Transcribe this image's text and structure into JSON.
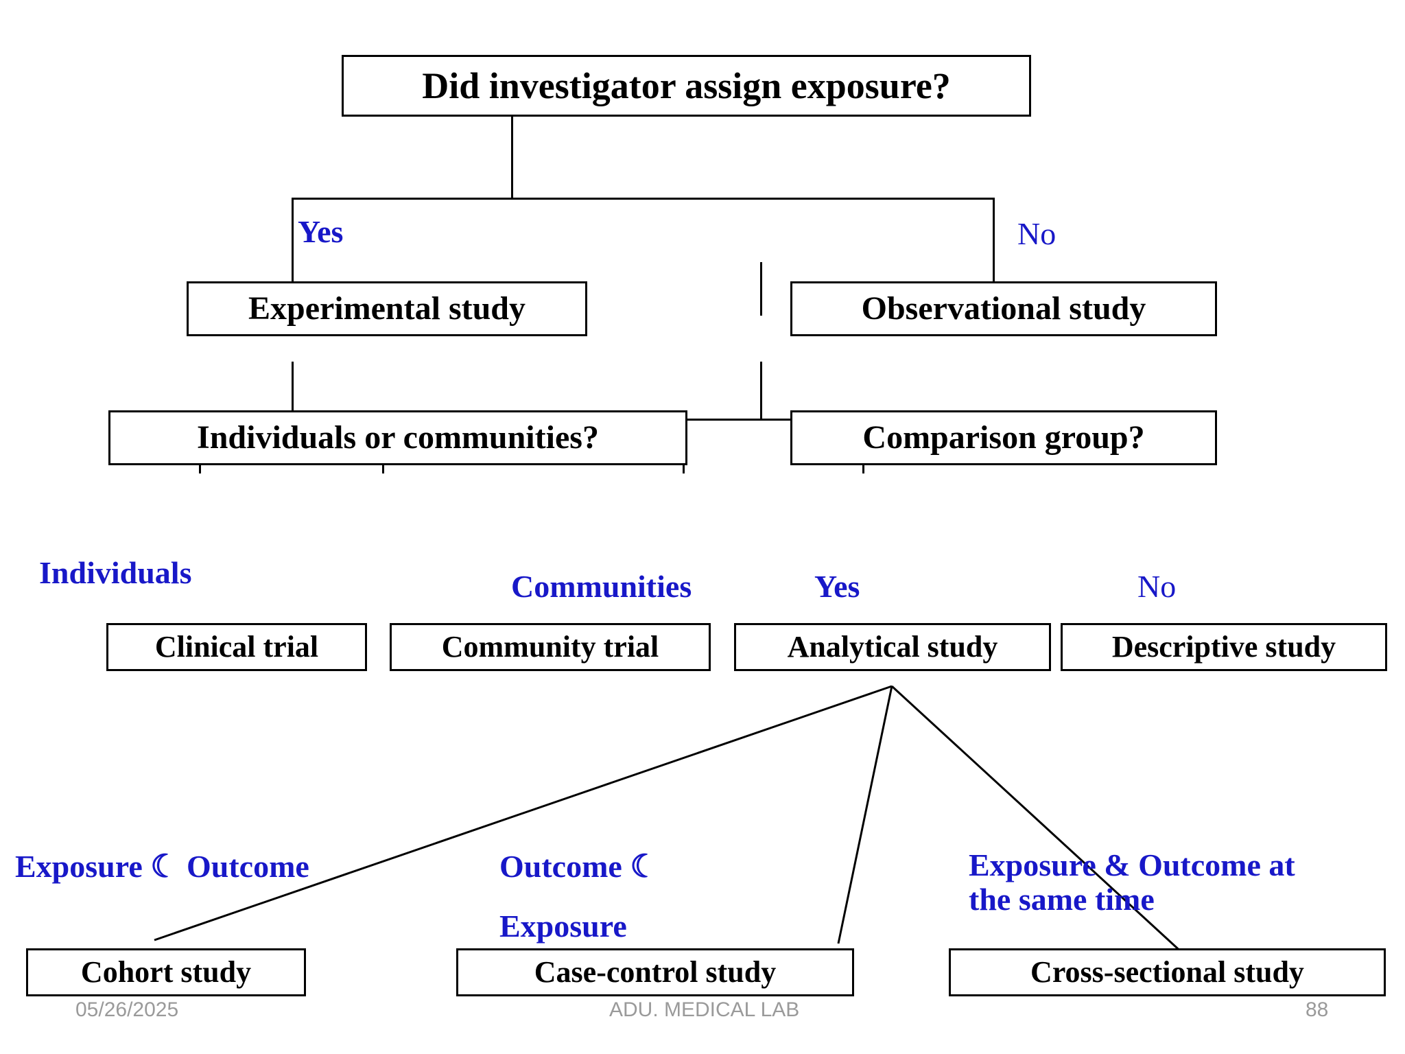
{
  "slide": {
    "title_box": "Did investigator assign exposure?",
    "boxes": {
      "experimental_study": "Experimental study",
      "observational_study": "Observational study",
      "individuals_or_communities": "Individuals or communities?",
      "comparison_group": "Comparison group?",
      "clinical_trial": "Clinical  trial",
      "community_trial": "Community trial",
      "analytical_study": "Analytical study",
      "descriptive_study": "Descriptive study",
      "cohort_study": "Cohort study",
      "case_control_study": "Case-control study",
      "cross_sectional_study": "Cross-sectional study"
    },
    "branch_labels": {
      "yes_top": "Yes",
      "no_top": "No",
      "individuals": "Individuals",
      "communities": "Communities",
      "yes_comparison": "Yes",
      "no_comparison": "No"
    },
    "annotations": {
      "cohort": "Exposure  ☾  Outcome",
      "case_control_line1": "Outcome  ☾",
      "case_control_line2": "Exposure",
      "cross_sectional_line1": "Exposure & Outcome at",
      "cross_sectional_line2": "the same time"
    },
    "footer": {
      "date": "05/26/2025",
      "center": "ADU. MEDICAL LAB",
      "page_number": "88"
    },
    "colors": {
      "label_blue": "#1818c8",
      "box_border": "#000000",
      "text_black": "#000000",
      "footer_gray": "#9a9a9a",
      "background": "#ffffff"
    }
  }
}
